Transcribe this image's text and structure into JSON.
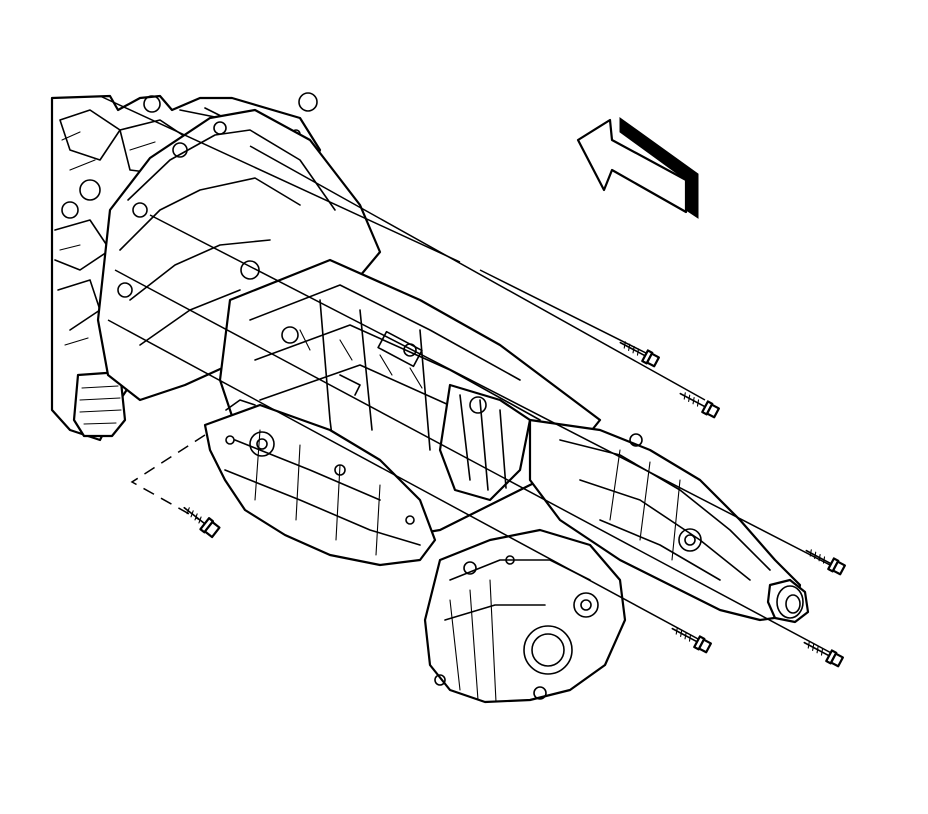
{
  "diagram": {
    "colors": {
      "line": "#000000",
      "background": "#ffffff"
    },
    "components": [
      {
        "id": "engine-rear",
        "icon": "engine-block-illustration"
      },
      {
        "id": "transmission",
        "icon": "transmission-case-illustration"
      },
      {
        "id": "oil-pan",
        "icon": "oil-pan-illustration"
      },
      {
        "id": "transfer-case",
        "icon": "transfer-case-illustration"
      },
      {
        "id": "output-shaft",
        "icon": "output-shaft-illustration"
      },
      {
        "id": "oil-filter",
        "icon": "oil-filter-illustration"
      }
    ],
    "fasteners": [
      {
        "id": "bolt-1",
        "icon": "bolt-icon"
      },
      {
        "id": "bolt-2",
        "icon": "bolt-icon"
      },
      {
        "id": "bolt-3",
        "icon": "bolt-icon"
      },
      {
        "id": "bolt-4",
        "icon": "bolt-icon"
      },
      {
        "id": "bolt-5",
        "icon": "bolt-icon"
      },
      {
        "id": "bolt-6",
        "icon": "bolt-icon"
      }
    ],
    "direction_indicator": {
      "icon": "front-direction-arrow-icon"
    }
  }
}
